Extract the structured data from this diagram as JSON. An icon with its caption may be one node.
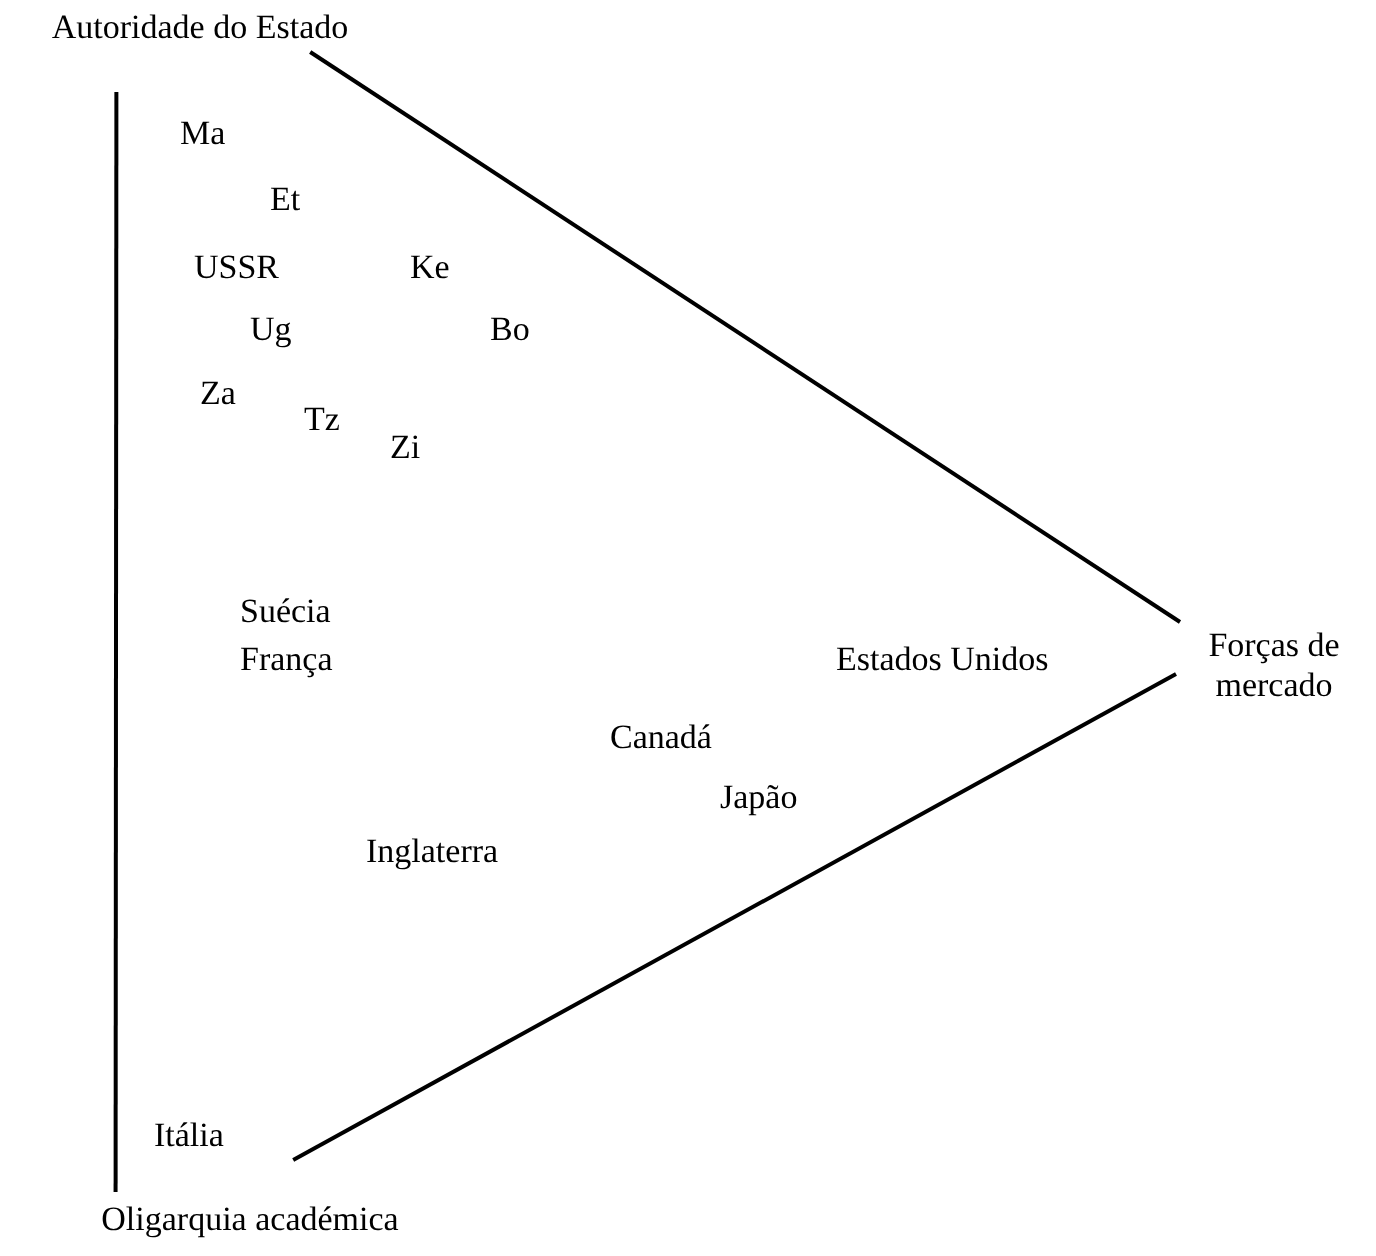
{
  "diagram": {
    "nodes": [
      {
        "text": [
          "Autoridade do Estado"
        ]
      },
      {
        "text": [
          "Forças de mercado"
        ]
      },
      {
        "text": [
          "Oligarquia académica"
        ]
      }
    ],
    "edges": [
      {
        "from": 0,
        "to": 1,
        "arrow": "none"
      },
      {
        "from": 1,
        "to": 2,
        "arrow": "none"
      },
      {
        "from": 0,
        "to": 2,
        "arrow": "none"
      }
    ],
    "labels": [
      "Ma",
      "Et",
      "USSR",
      "Ke",
      "Ug",
      "Bo",
      "Za",
      "Tz",
      "Zi",
      "Suécia",
      "França",
      "Estados Unidos",
      "Canadá",
      "Japão",
      "Inglaterra",
      "Itália"
    ]
  }
}
